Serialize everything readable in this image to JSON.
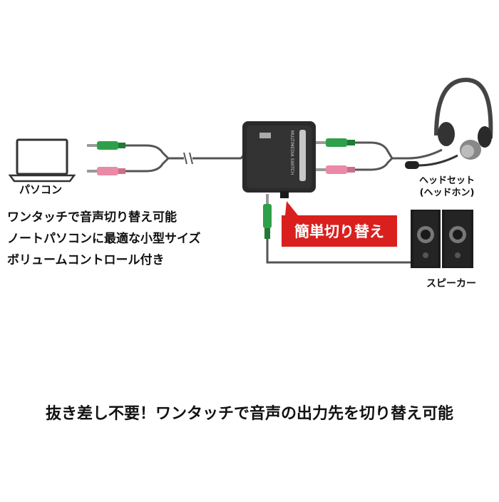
{
  "labels": {
    "pc": "パソコン",
    "headset_line1": "ヘッドセット",
    "headset_line2": "(ヘッドホン)",
    "speaker": "スピーカー",
    "switch_banner": "簡単切り替え",
    "device_print": "MULTIMEDIA SWITCH"
  },
  "features": [
    "ワンタッチで音声切り替え可能",
    "ノートパソコンに最適な小型サイズ",
    "ボリュームコントロール付き"
  ],
  "caption": "抜き差し不要！ワンタッチで音声の出力先を切り替え可能",
  "colors": {
    "plug_green": "#2fa04a",
    "plug_pink": "#e98aa6",
    "banner_red": "#d9201e",
    "device_black": "#2a2a2a",
    "cable_gray": "#555555"
  }
}
